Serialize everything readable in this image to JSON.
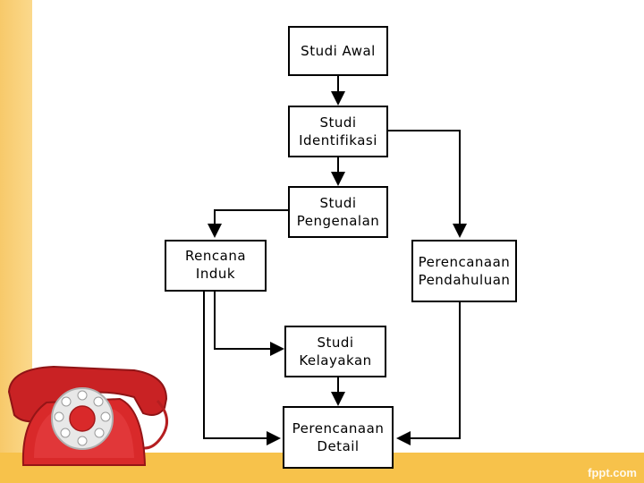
{
  "nodes": {
    "studi_awal": "Studi Awal",
    "studi_identifikasi": "Studi\nIdentifikasi",
    "studi_pengenalan": "Studi\nPengenalan",
    "rencana_induk": "Rencana\nInduk",
    "perencanaan_pendahuluan": "Perencanaan\nPendahuluan",
    "studi_kelayakan": "Studi\nKelayakan",
    "perencanaan_detail": "Perencanaan\nDetail"
  },
  "watermark": "fppt.com",
  "colors": {
    "accent": "#f7c24b",
    "phone": "#d9292a"
  },
  "decorations": {
    "illustration": "red-telephone-icon"
  }
}
